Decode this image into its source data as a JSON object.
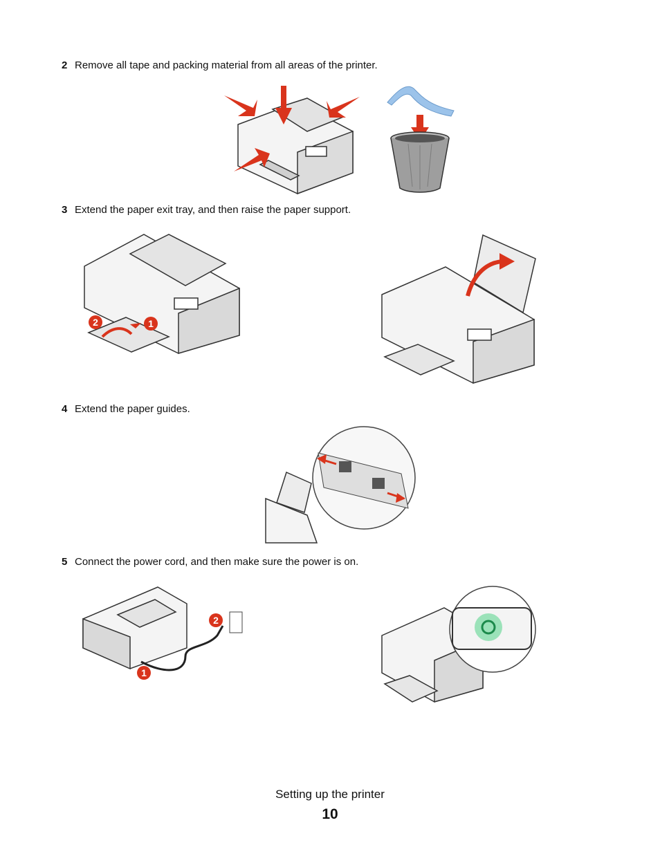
{
  "steps": [
    {
      "number": "2",
      "text": "Remove all tape and packing material from all areas of the printer."
    },
    {
      "number": "3",
      "text": "Extend the paper exit tray, and then raise the paper support."
    },
    {
      "number": "4",
      "text": "Extend the paper guides."
    },
    {
      "number": "5",
      "text": "Connect the power cord, and then make sure the power is on."
    }
  ],
  "callouts": {
    "one": "1",
    "two": "2"
  },
  "footer": {
    "section_title": "Setting up the printer",
    "page_number": "10"
  },
  "colors": {
    "arrow_red": "#d9341c",
    "printer_body": "#f4f4f4",
    "printer_outline": "#333333",
    "tape_blue": "#9cc3ea",
    "power_glow": "#2ecc71"
  }
}
